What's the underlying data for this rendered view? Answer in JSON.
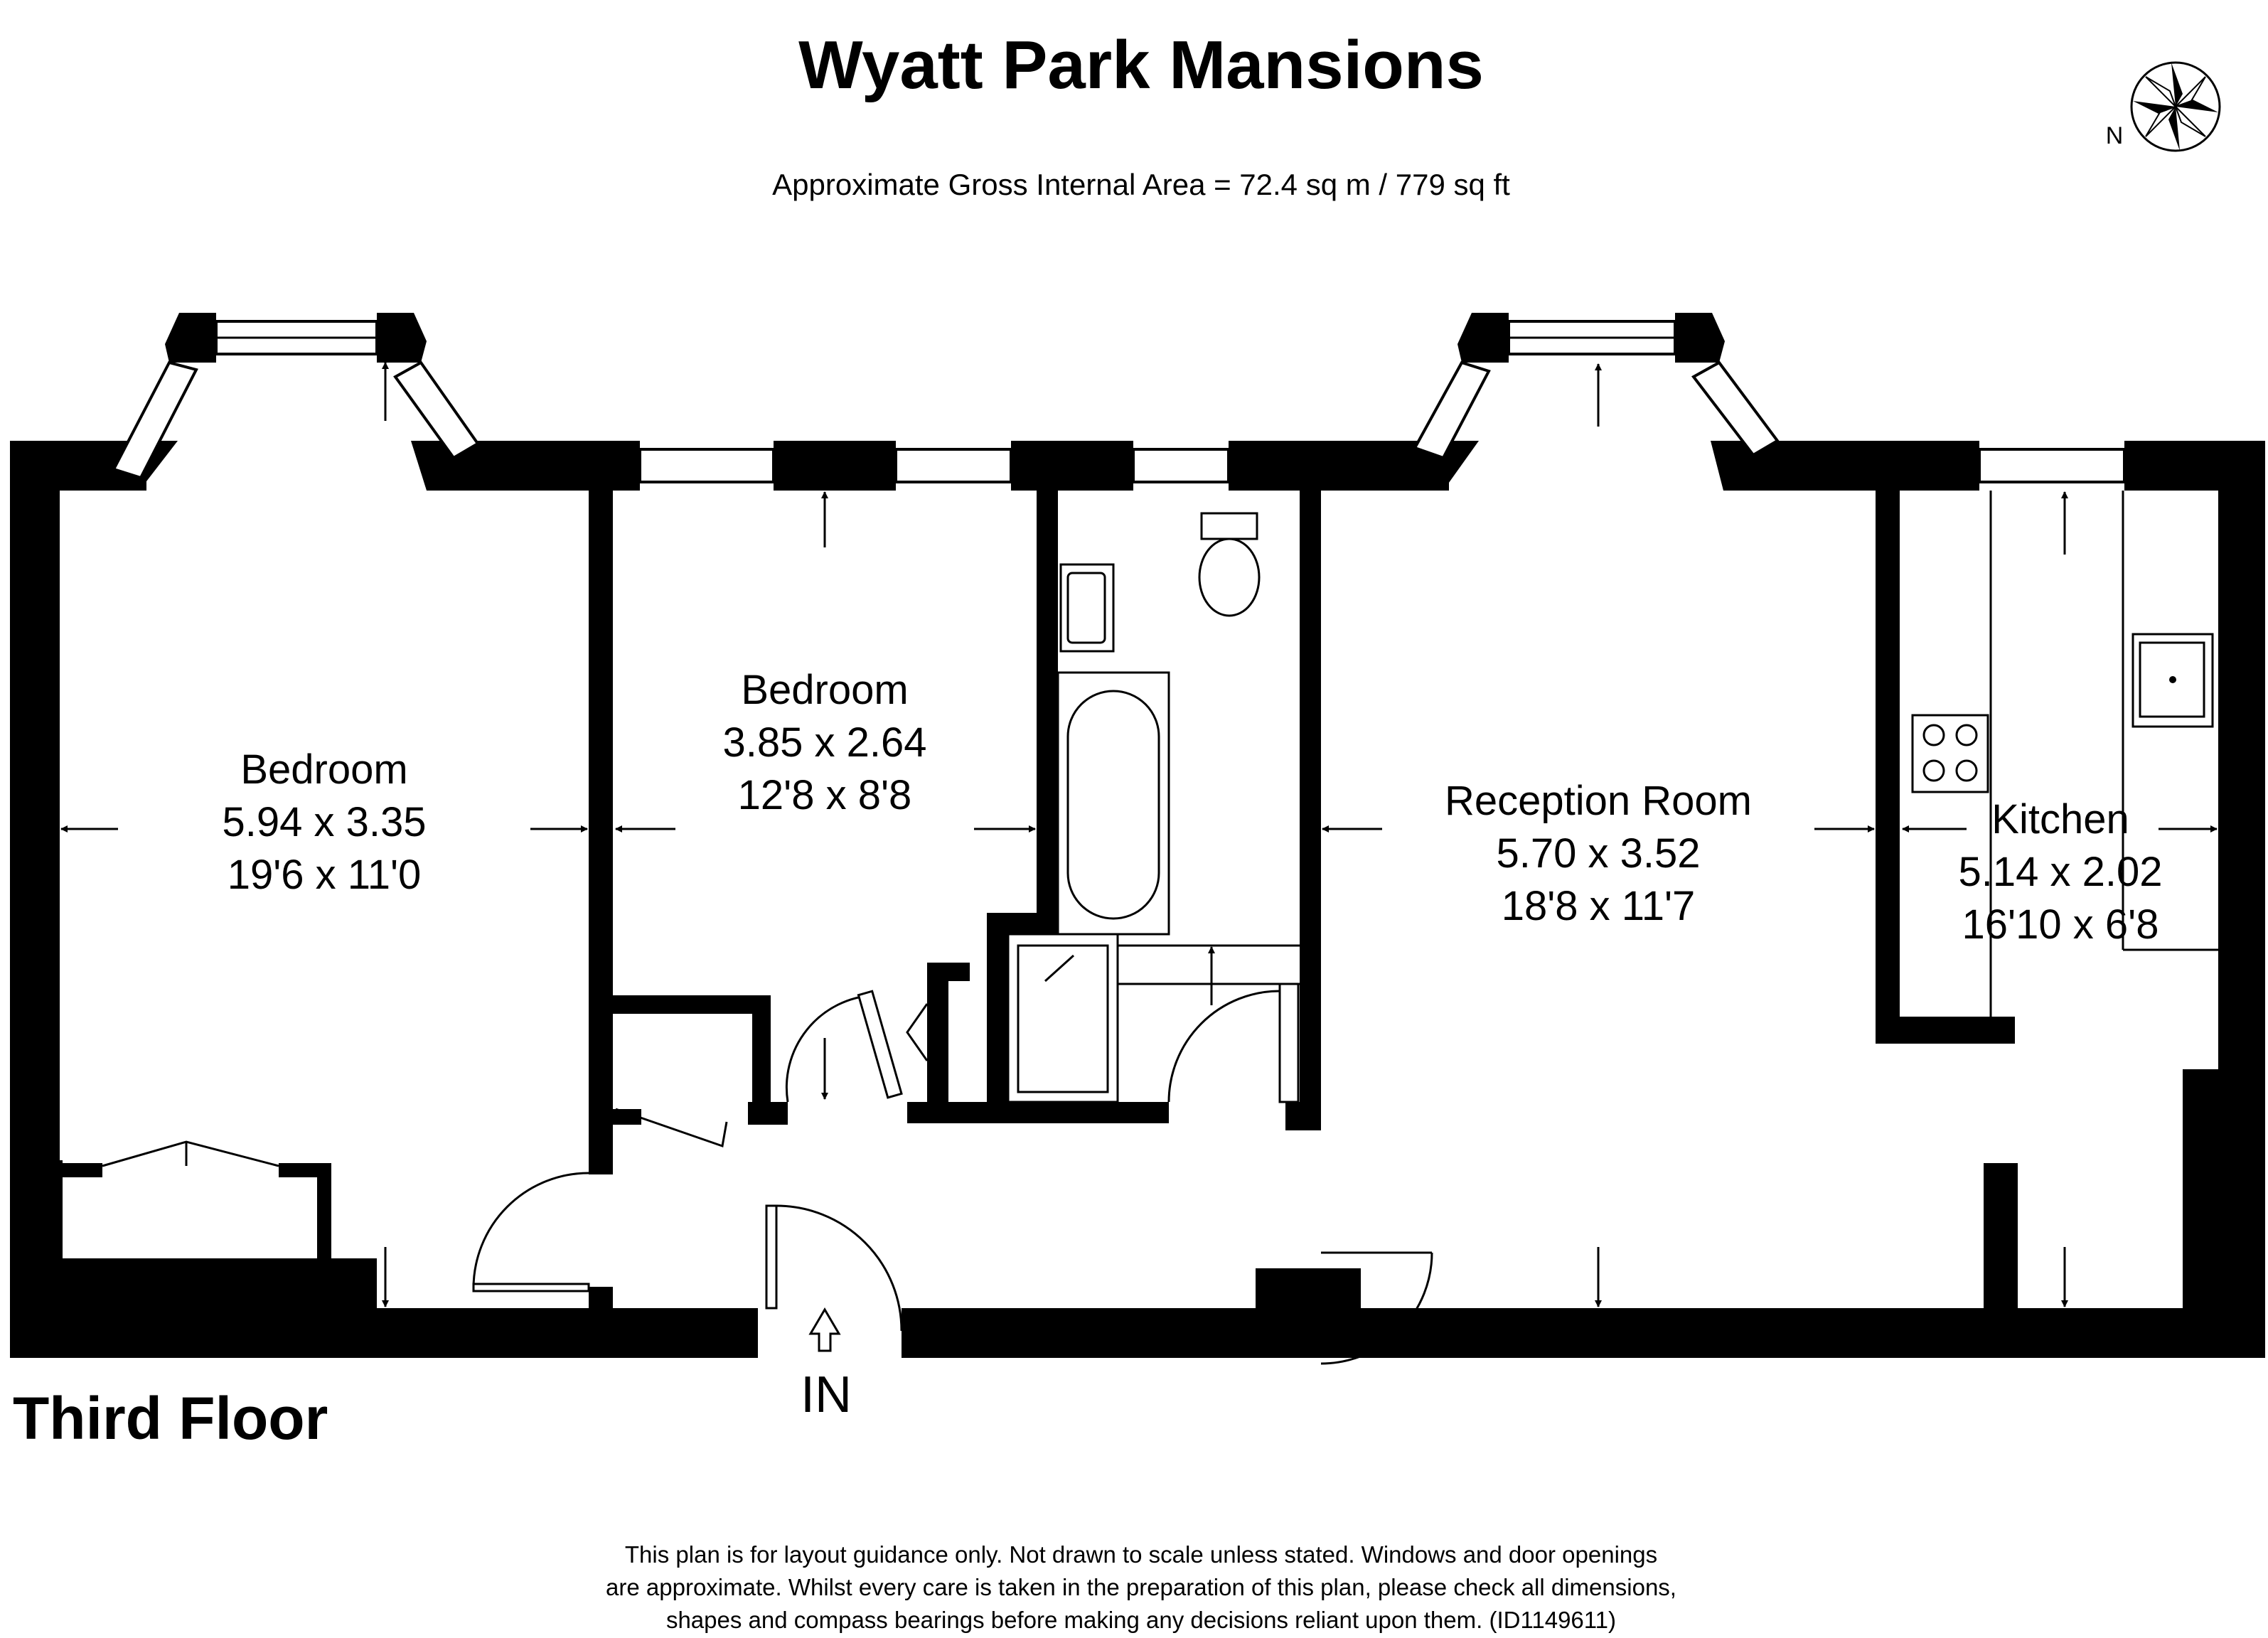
{
  "header": {
    "title": "Wyatt Park Mansions",
    "area": "Approximate Gross Internal Area = 72.4 sq m / 779 sq ft"
  },
  "compass": {
    "label": "N",
    "icon": "compass-rose-icon"
  },
  "rooms": {
    "bedroom1": {
      "name": "Bedroom",
      "metric": "5.94 x 3.35",
      "imperial": "19'6 x 11'0"
    },
    "bedroom2": {
      "name": "Bedroom",
      "metric": "3.85 x 2.64",
      "imperial": "12'8 x 8'8"
    },
    "reception": {
      "name": "Reception Room",
      "metric": "5.70 x 3.52",
      "imperial": "18'8 x 11'7"
    },
    "kitchen": {
      "name": "Kitchen",
      "metric": "5.14 x 2.02",
      "imperial": "16'10 x 6'8"
    }
  },
  "entrance": {
    "label": "IN",
    "icon": "entrance-arrow-icon"
  },
  "floor_label": "Third Floor",
  "disclaimer": [
    "This plan is for layout guidance only. Not drawn to scale unless stated. Windows and door openings",
    "are approximate. Whilst every care is taken in the preparation of this plan, please check all dimensions,",
    "shapes and compass bearings before making any decisions reliant upon them. (ID1149611)"
  ]
}
